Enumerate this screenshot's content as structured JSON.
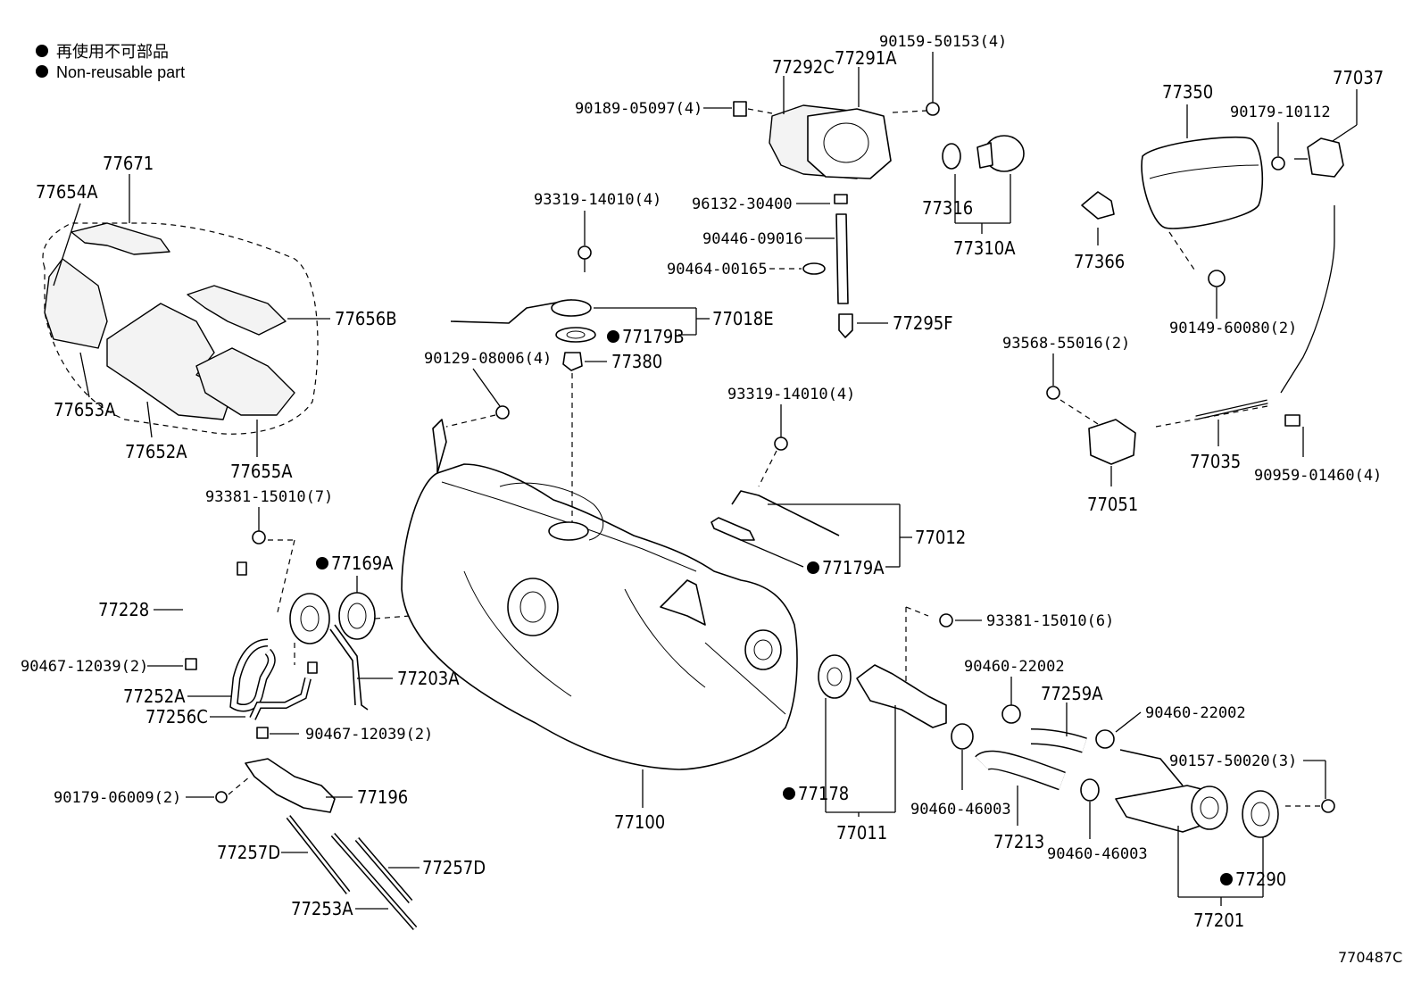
{
  "legend": {
    "line1": "再使用不可部品",
    "line2": "Non-reusable part"
  },
  "diagram_code": "770487C",
  "labels": {
    "p77671": "77671",
    "p77654A": "77654A",
    "p77656B": "77656B",
    "p77653A": "77653A",
    "p77652A": "77652A",
    "p77655A": "77655A",
    "p93381_7": "93381-15010(7)",
    "p77169A": "77169A",
    "p77228": "77228",
    "p90467a": "90467-12039(2)",
    "p77252A": "77252A",
    "p77256C": "77256C",
    "p77203A": "77203A",
    "p90467b": "90467-12039(2)",
    "p90179_06009": "90179-06009(2)",
    "p77196": "77196",
    "p77257Da": "77257D",
    "p77257Db": "77257D",
    "p77253A": "77253A",
    "p77100": "77100",
    "p90129": "90129-08006(4)",
    "p93319a": "93319-14010(4)",
    "p77018E": "77018E",
    "p77179B": "77179B",
    "p77380": "77380",
    "p93319b": "93319-14010(4)",
    "p77012": "77012",
    "p77179A": "77179A",
    "p90189": "90189-05097(4)",
    "p77292C": "77292C",
    "p77291A": "77291A",
    "p90159": "90159-50153(4)",
    "p96132": "96132-30400",
    "p90446": "90446-09016",
    "p90464": "90464-00165",
    "p77295F": "77295F",
    "p77316": "77316",
    "p77310A": "77310A",
    "p77350": "77350",
    "p77037": "77037",
    "p90179_10112": "90179-10112",
    "p77366": "77366",
    "p90149": "90149-60080(2)",
    "p93568": "93568-55016(2)",
    "p77051": "77051",
    "p77035": "77035",
    "p90959": "90959-01460(4)",
    "p93381_6": "93381-15010(6)",
    "p90460_22002a": "90460-22002",
    "p77259A": "77259A",
    "p90460_22002b": "90460-22002",
    "p90157": "90157-50020(3)",
    "p77178": "77178",
    "p77011": "77011",
    "p90460_46003a": "90460-46003",
    "p77213": "77213",
    "p90460_46003b": "90460-46003",
    "p77290": "77290",
    "p77201": "77201"
  }
}
